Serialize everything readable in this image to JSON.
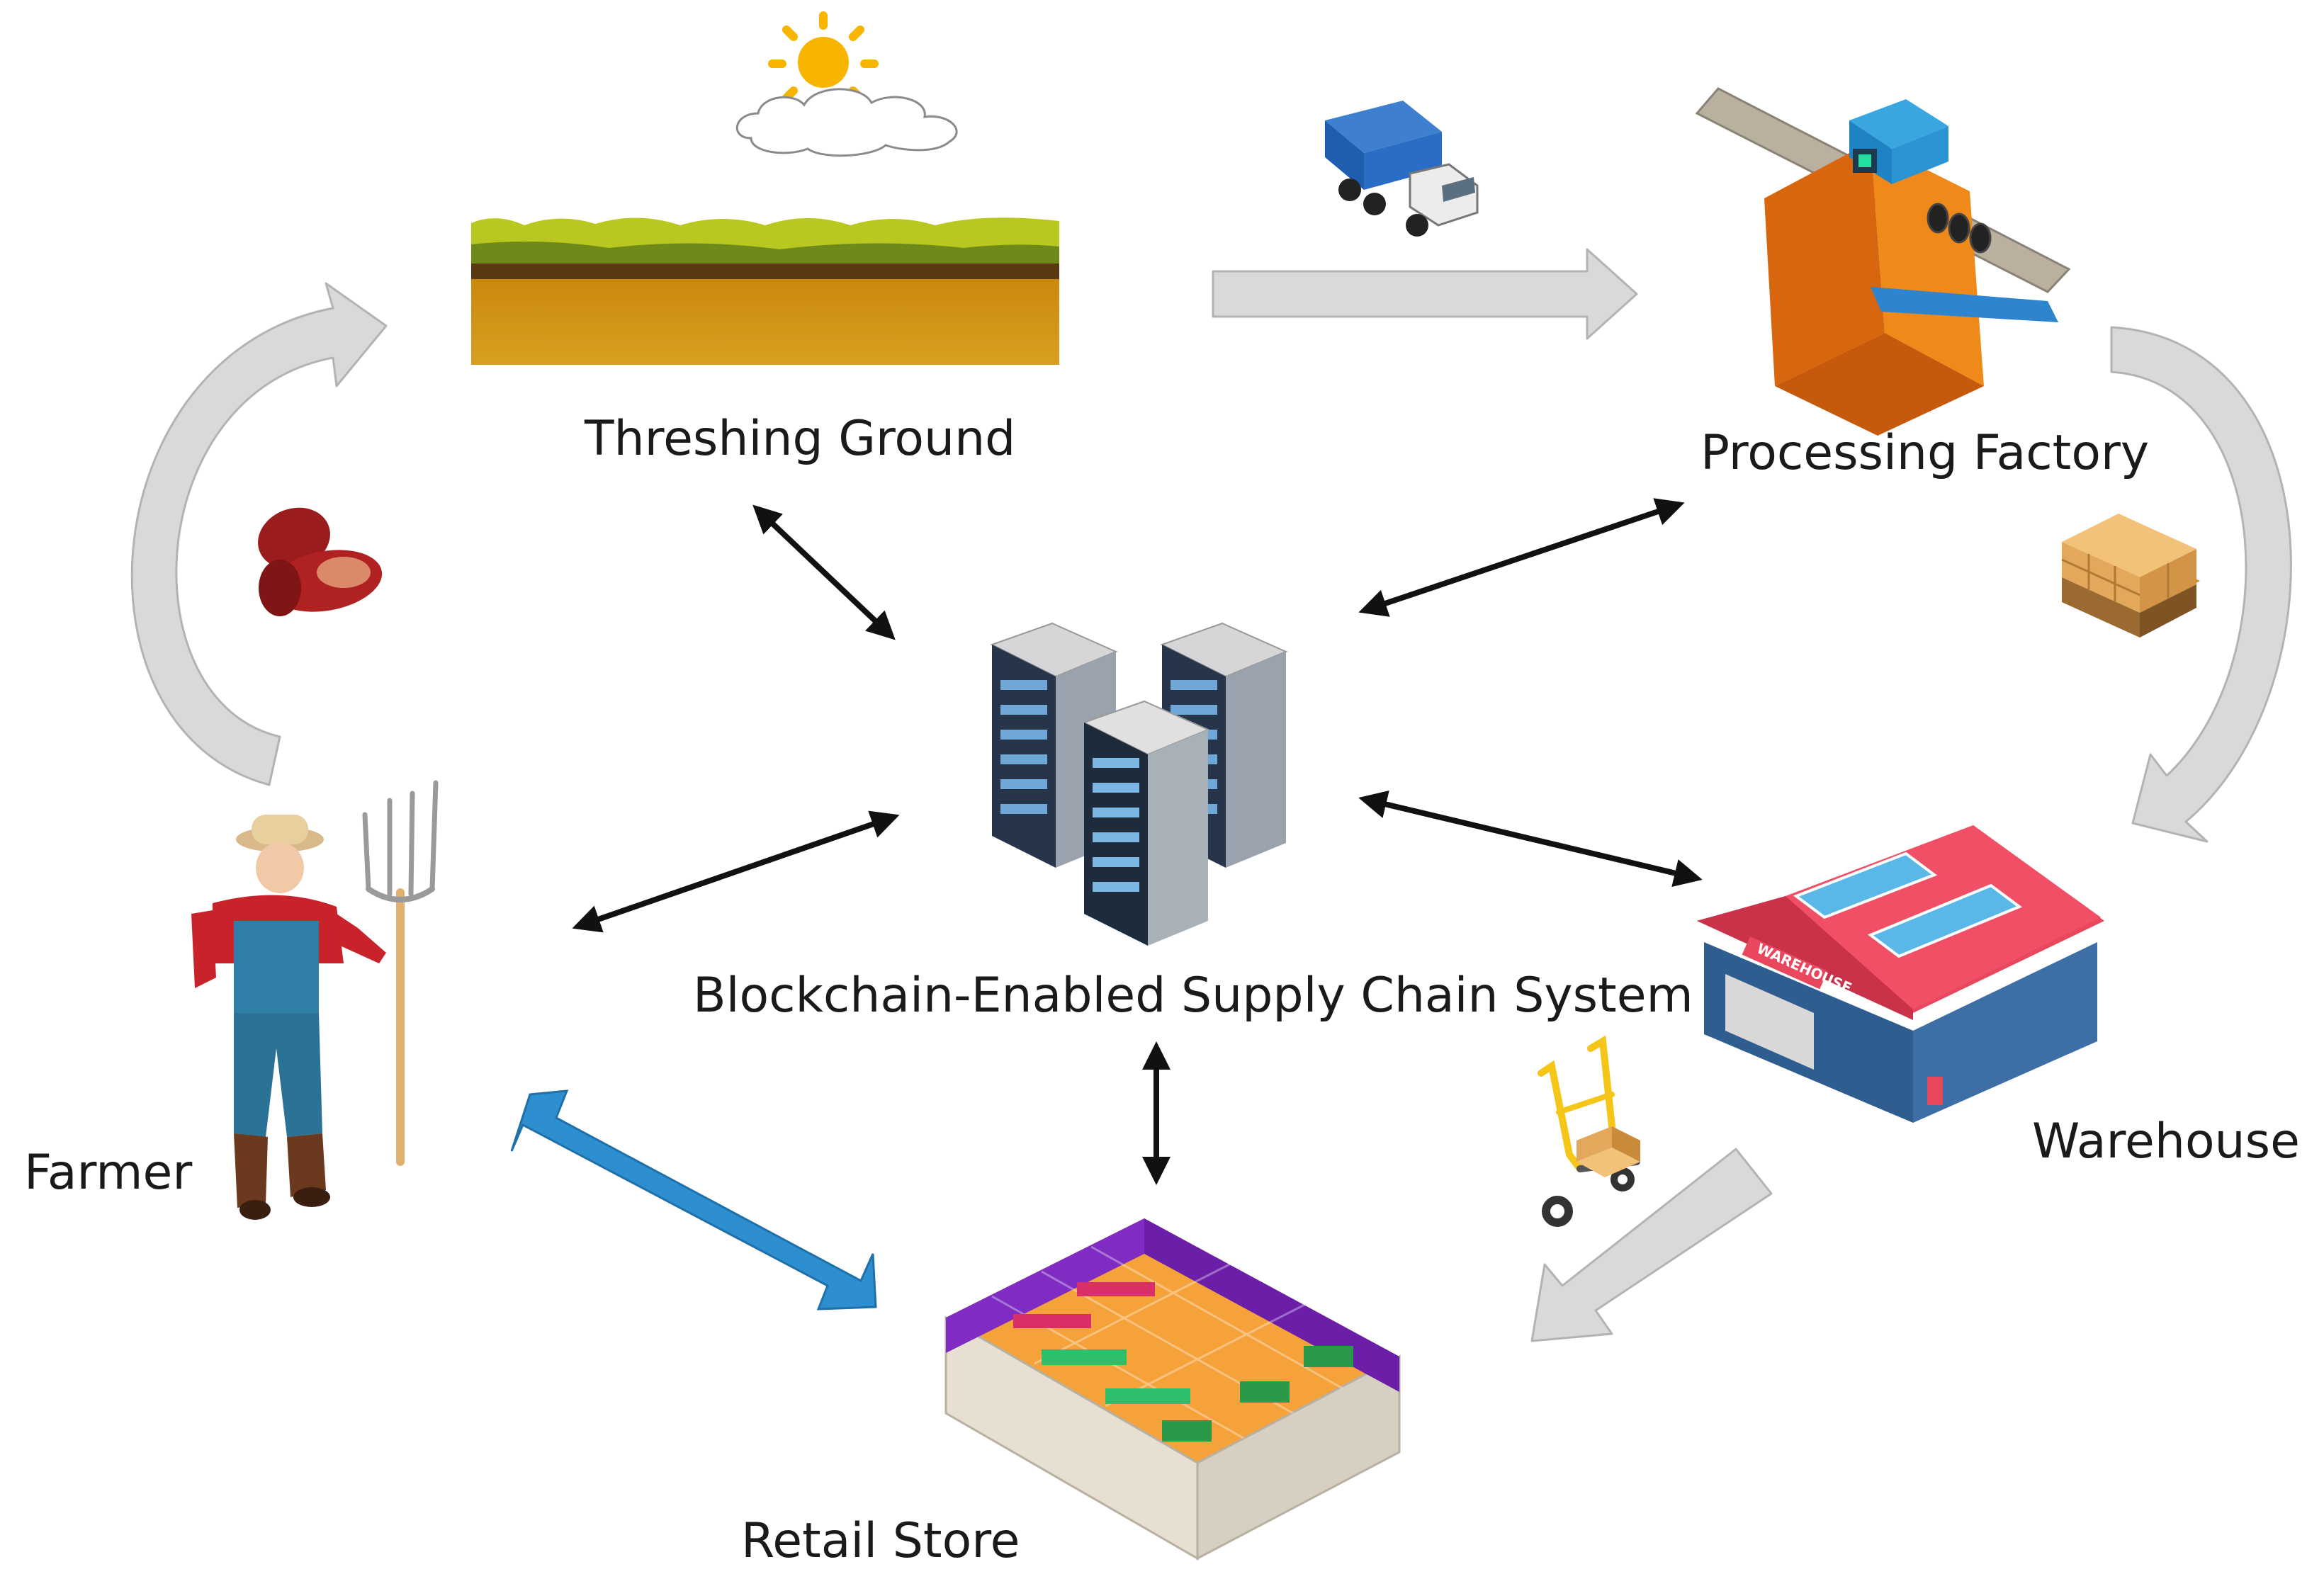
{
  "nodes": {
    "threshing_ground": "Threshing Ground",
    "processing_factory": "Processing Factory",
    "blockchain_system": "Blockchain-Enabled Supply Chain System",
    "warehouse": "Warehouse",
    "farmer": "Farmer",
    "retail_store": "Retail Store"
  },
  "signs": {
    "warehouse_sign": "WAREHOUSE"
  },
  "colors": {
    "flow_arrow": "#d9d9d9",
    "flow_arrow_edge": "#b3b3b3",
    "data_arrow": "#111111",
    "direct_arrow": "#2e8fd0",
    "soil": "#d29410",
    "grass": "#b8c820",
    "sun": "#f7b500"
  },
  "icons": [
    "sun-icon",
    "cloud-icon",
    "truck-icon",
    "factory-machine-icon",
    "boxes-pallet-icon",
    "warehouse-icon",
    "hand-truck-icon",
    "server-rack-icon",
    "farmer-icon",
    "pitchfork-icon",
    "jujube-icon",
    "retail-store-icon"
  ]
}
